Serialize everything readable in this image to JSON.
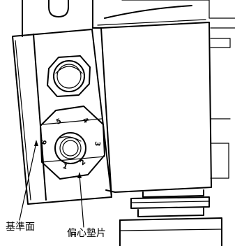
{
  "labels": {
    "reference_surface": "基準面",
    "eccentric_shim": "偏心墊片"
  },
  "shim_scale_numbers": [
    "1",
    "2",
    "3",
    "4",
    "5",
    "6"
  ]
}
